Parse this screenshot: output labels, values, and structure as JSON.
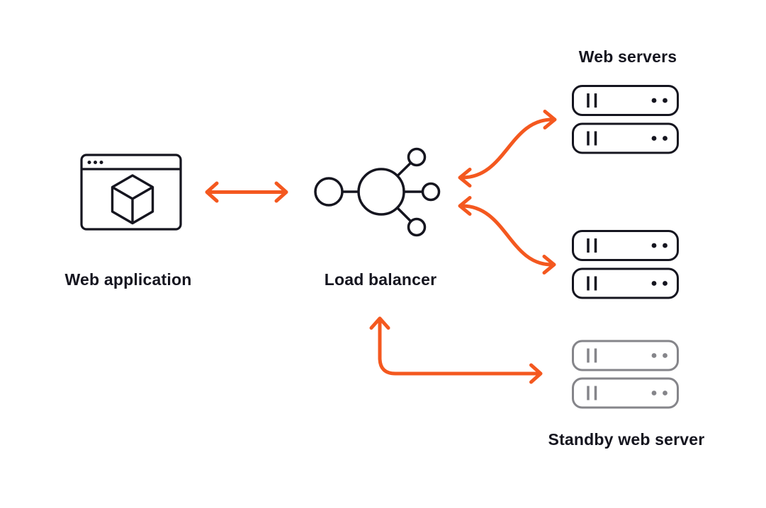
{
  "colors": {
    "primary": "#15151f",
    "accent": "#f4581f",
    "standby_gray": "#85858a",
    "background": "#ffffff"
  },
  "diagram": {
    "nodes": {
      "web_application": {
        "label": "Web application",
        "icon": "browser-cube-icon"
      },
      "load_balancer": {
        "label": "Load balancer",
        "icon": "hub-icon"
      },
      "web_servers": {
        "label": "Web servers",
        "icon": "server-icon",
        "server_count": 4,
        "state": "active"
      },
      "standby_web_server": {
        "label": "Standby web server",
        "icon": "server-icon",
        "server_count": 2,
        "state": "standby"
      }
    },
    "connections": [
      {
        "from": "web_application",
        "to": "load_balancer",
        "style": "straight",
        "direction": "bidirectional"
      },
      {
        "from": "load_balancer",
        "to": "web_servers_pair_1",
        "style": "s-curve",
        "direction": "bidirectional"
      },
      {
        "from": "load_balancer",
        "to": "web_servers_pair_2",
        "style": "s-curve",
        "direction": "bidirectional"
      },
      {
        "from": "load_balancer",
        "to": "standby_web_server",
        "style": "elbow",
        "direction": "bidirectional"
      }
    ]
  }
}
